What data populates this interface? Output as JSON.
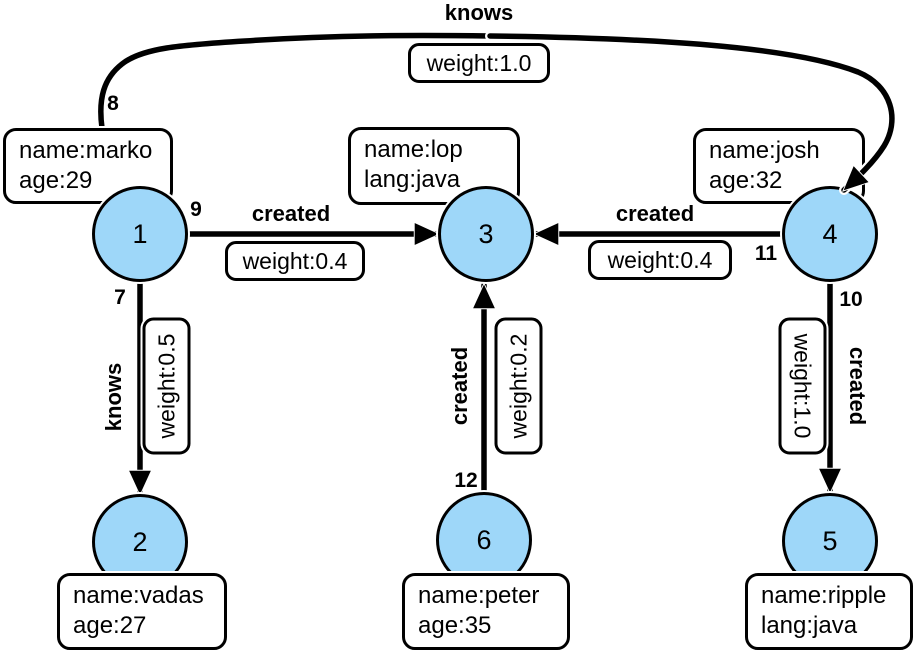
{
  "graph": {
    "description": "property graph diagram",
    "colors": {
      "node_fill": "#9ED7F9",
      "edge_color": "#000000",
      "box_background": "#FFFFFF",
      "border_color": "#000000"
    },
    "nodes": [
      {
        "id": "1",
        "properties": [
          "name:marko",
          "age:29"
        ]
      },
      {
        "id": "2",
        "properties": [
          "name:vadas",
          "age:27"
        ]
      },
      {
        "id": "3",
        "properties": [
          "name:lop",
          "lang:java"
        ]
      },
      {
        "id": "4",
        "properties": [
          "name:josh",
          "age:32"
        ]
      },
      {
        "id": "5",
        "properties": [
          "name:ripple",
          "lang:java"
        ]
      },
      {
        "id": "6",
        "properties": [
          "name:peter",
          "age:35"
        ]
      }
    ],
    "edges": [
      {
        "id": "8",
        "label": "knows",
        "weight_label": "weight:1.0",
        "source": "1",
        "target": "4"
      },
      {
        "id": "7",
        "label": "knows",
        "weight_label": "weight:0.5",
        "source": "1",
        "target": "2"
      },
      {
        "id": "9",
        "label": "created",
        "weight_label": "weight:0.4",
        "source": "1",
        "target": "3"
      },
      {
        "id": "11",
        "label": "created",
        "weight_label": "weight:0.4",
        "source": "4",
        "target": "3"
      },
      {
        "id": "12",
        "label": "created",
        "weight_label": "weight:0.2",
        "source": "6",
        "target": "3"
      },
      {
        "id": "10",
        "label": "created",
        "weight_label": "weight:1.0",
        "source": "4",
        "target": "5"
      }
    ]
  }
}
